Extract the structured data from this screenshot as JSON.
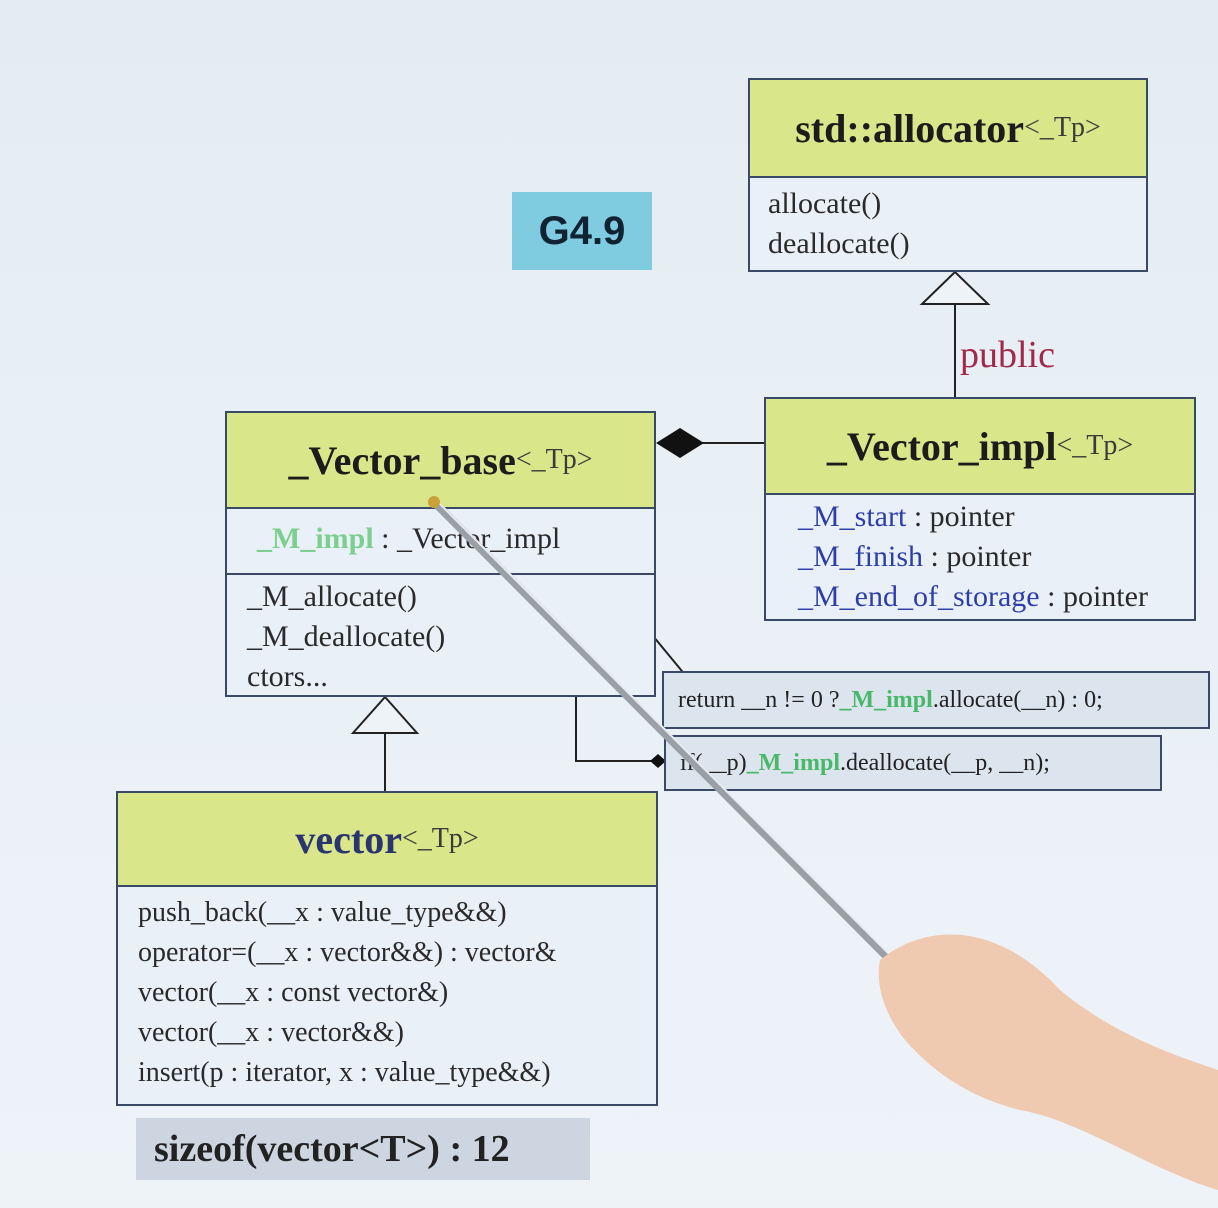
{
  "badge": {
    "text": "G4.9"
  },
  "allocator": {
    "name": "std::allocator",
    "tparam": "<_Tp>",
    "methods": [
      "allocate()",
      "deallocate()"
    ]
  },
  "inherit_label": "public",
  "vector_base": {
    "name": "_Vector_base",
    "tparam": "<_Tp>",
    "member_name": "_M_impl",
    "member_type": ": _Vector_impl",
    "methods": [
      "_M_allocate()",
      "_M_deallocate()",
      "ctors..."
    ]
  },
  "vector_impl": {
    "name": "_Vector_impl",
    "tparam": "<_Tp>",
    "fields": [
      {
        "name": "_M_start",
        "type": ": pointer"
      },
      {
        "name": "_M_finish",
        "type": ": pointer"
      },
      {
        "name": "_M_end_of_storage",
        "type": ": pointer"
      }
    ]
  },
  "code_allocate": {
    "prefix": "return __n != 0 ? ",
    "member": "_M_impl",
    "suffix": ".allocate(__n) : 0;"
  },
  "code_deallocate": {
    "prefix": "if(__p) ",
    "member": "_M_impl",
    "suffix": ".deallocate(__p, __n);"
  },
  "vector": {
    "name": "vector",
    "tparam": "<_Tp>",
    "methods": [
      "push_back(__x : value_type&&)",
      "operator=(__x : vector&&) : vector&",
      "vector(__x : const vector&)",
      "vector(__x : vector&&)",
      "insert(p : iterator, x : value_type&&)"
    ]
  },
  "sizeof_note": "sizeof(vector<T>) : 12",
  "colors": {
    "class_header": "#d9e68a",
    "class_body": "#eaf0f7",
    "border": "#3a4a66",
    "member_green": "#49b86a",
    "field_blue": "#2d3ea8",
    "public_label": "#a12a4a",
    "badge": "#7fcbe0"
  }
}
